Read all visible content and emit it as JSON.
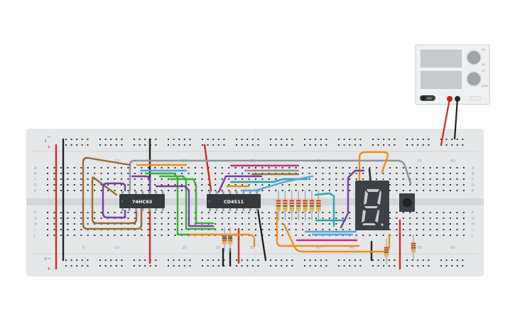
{
  "breadboard": {
    "row_letters_top": [
      "A",
      "B",
      "C",
      "D",
      "E"
    ],
    "row_letters_bottom": [
      "F",
      "G",
      "H",
      "I",
      "J"
    ],
    "column_numbers": [
      "5",
      "10",
      "15",
      "20",
      "25",
      "30",
      "35",
      "40",
      "45",
      "50",
      "55",
      "60"
    ],
    "rail_signs": [
      "+",
      "−",
      "+",
      "−"
    ]
  },
  "chips": {
    "counter": {
      "label": "74HC93"
    },
    "decoder": {
      "label": "CD4511"
    }
  },
  "power_supply": {
    "on_off_label": "OFF",
    "knob1_label": "CV",
    "knob2_label": "CC",
    "knob1_sublabel": "5V",
    "knob2_sublabel": "0.5A"
  },
  "display": {
    "digit": "8"
  },
  "colors": {
    "breadboard": "#e4e6e7",
    "hole": "#2f3a40",
    "chip": "#343a3e",
    "segment_on": "#c6ccd1",
    "plus_rail": "#e0302b",
    "minus_rail": "#4a6fd0"
  }
}
